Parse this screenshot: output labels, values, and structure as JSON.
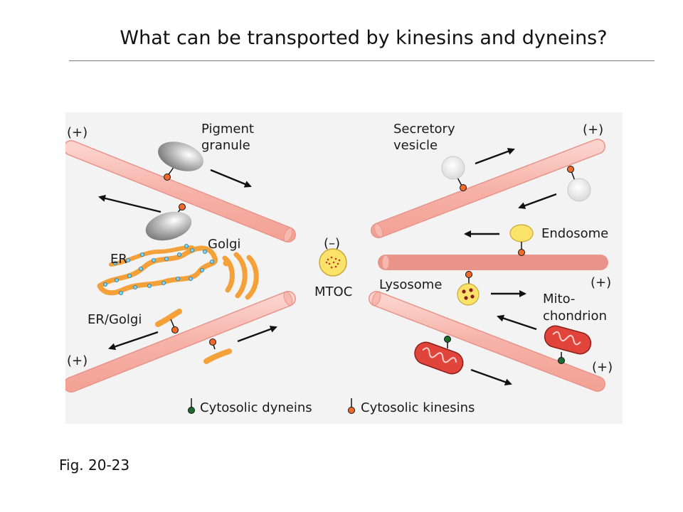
{
  "title": "What can be transported by kinesins and dyneins?",
  "caption": "Fig. 20-23",
  "labels": {
    "plus": "(+)",
    "minus": "(–)",
    "pigment_line1": "Pigment",
    "pigment_line2": "granule",
    "secretory_line1": "Secretory",
    "secretory_line2": "vesicle",
    "golgi": "Golgi",
    "er": "ER",
    "er_golgi": "ER/Golgi",
    "mtoc": "MTOC",
    "endosome": "Endosome",
    "lysosome": "Lysosome",
    "mito_line1": "Mito-",
    "mito_line2": "chondrion"
  },
  "legend": {
    "dynein": "Cytosolic dyneins",
    "kinesin": "Cytosolic kinesins"
  },
  "colors": {
    "microtubule": "#f9c4bc",
    "microtubule_edge": "#e8948a",
    "kinesin": "#f26a2a",
    "dynein": "#1e6b2e",
    "organelle_orange": "#f5a13a",
    "er_dot": "#7fd0ee",
    "endosome": "#fbe36a",
    "mitochondrion": "#e0443a",
    "figure_bg": "#f3f3f3"
  }
}
